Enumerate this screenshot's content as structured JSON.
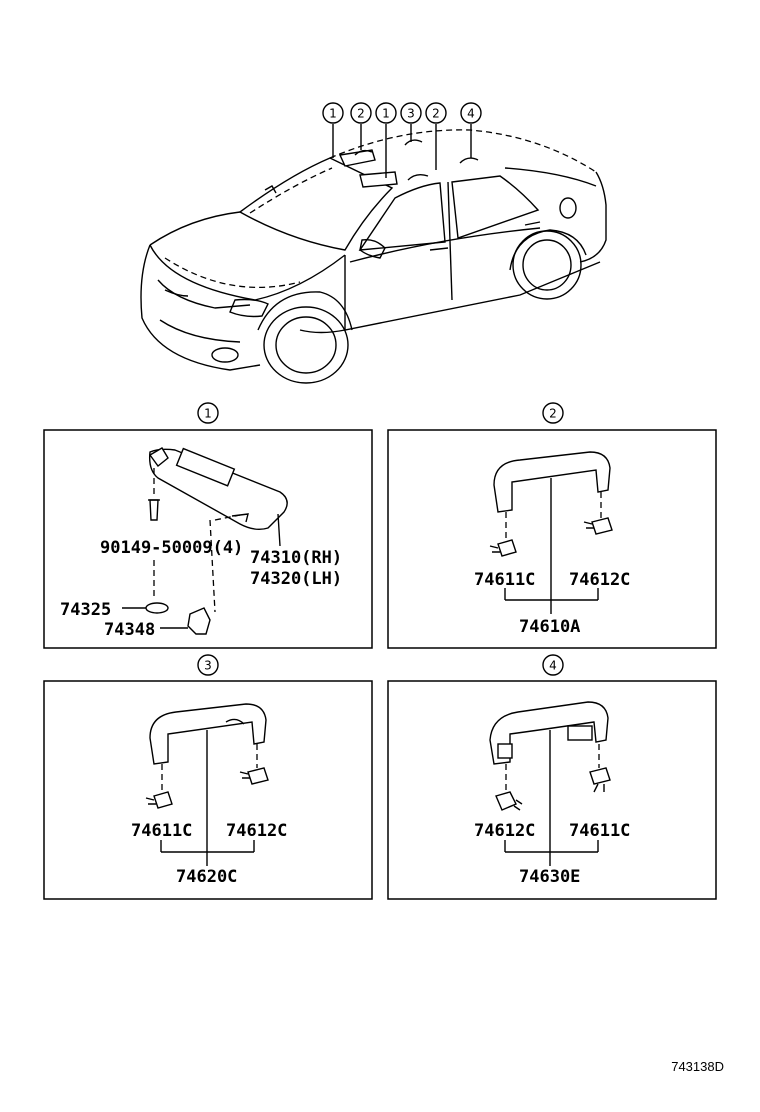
{
  "overview": {
    "callouts": [
      "1",
      "2",
      "1",
      "3",
      "2",
      "4"
    ]
  },
  "panels": [
    {
      "number": "1",
      "labels": {
        "bolt": "90149-50009(4)",
        "visor_rh": "74310(RH)",
        "visor_lh": "74320(LH)",
        "holder_ring": "74325",
        "holder": "74348"
      }
    },
    {
      "number": "2",
      "labels": {
        "cap_left": "74611C",
        "cap_right": "74612C",
        "assembly": "74610A"
      }
    },
    {
      "number": "3",
      "labels": {
        "cap_left": "74611C",
        "cap_right": "74612C",
        "assembly": "74620C"
      }
    },
    {
      "number": "4",
      "labels": {
        "cap_left": "74612C",
        "cap_right": "74611C",
        "assembly": "74630E"
      }
    }
  ],
  "diagram_code": "743138D"
}
